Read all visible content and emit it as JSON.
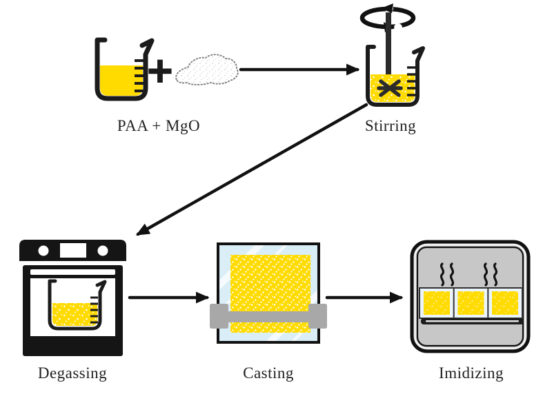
{
  "diagram": {
    "type": "process-flow",
    "background": "#ffffff",
    "operator": "+",
    "steps": [
      {
        "id": "mixture",
        "label": "PAA + MgO",
        "icon": "beaker-liquid-icon, powder-pile-icon"
      },
      {
        "id": "stirring",
        "label": "Stirring",
        "icon": "stirred-beaker-icon"
      },
      {
        "id": "degassing",
        "label": "Degassing",
        "icon": "vacuum-oven-beaker-icon"
      },
      {
        "id": "casting",
        "label": "Casting",
        "icon": "glass-plate-film-applicator-icon"
      },
      {
        "id": "imidizing",
        "label": "Imidizing",
        "icon": "furnace-heated-samples-icon"
      }
    ],
    "connections": [
      {
        "from": "mixture",
        "to": "stirring"
      },
      {
        "from": "stirring",
        "to": "degassing"
      },
      {
        "from": "degassing",
        "to": "casting"
      },
      {
        "from": "casting",
        "to": "imidizing"
      }
    ],
    "colors": {
      "solution_yellow": "#FFDB00",
      "outline_black": "#1b1b1b",
      "glass_blue": "#DAEEF8",
      "applicator_gray": "#A8A8A8",
      "furnace_gray": "#C7C7C7",
      "sample_tray_dark": "#1d1d1d",
      "powder_white": "#ffffff"
    }
  }
}
